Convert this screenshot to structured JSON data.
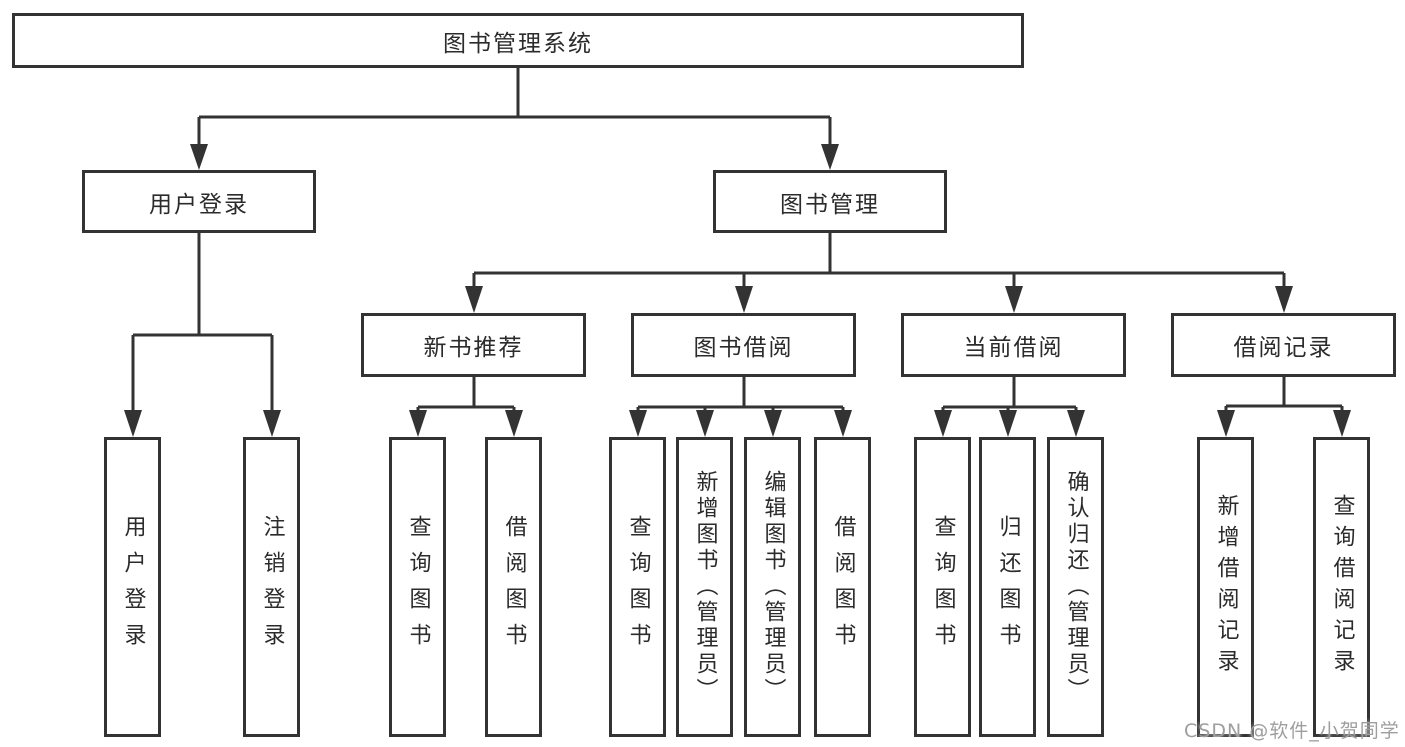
{
  "root": {
    "label": "图书管理系统"
  },
  "branches": [
    {
      "label": "用户登录",
      "children": [
        "用户登录",
        "注销登录"
      ]
    },
    {
      "label": "图书管理"
    }
  ],
  "modules": [
    {
      "label": "新书推荐",
      "children": [
        "查询图书",
        "借阅图书"
      ]
    },
    {
      "label": "图书借阅",
      "children": [
        "查询图书",
        "新增图书（管理员）",
        "编辑图书（管理员）",
        "借阅图书"
      ]
    },
    {
      "label": "当前借阅",
      "children": [
        "查询图书",
        "归还图书",
        "确认归还（管理员）"
      ]
    },
    {
      "label": "借阅记录",
      "children": [
        "新增借阅记录",
        "查询借阅记录"
      ]
    }
  ],
  "watermark": "CSDN @软件_小贺同学",
  "colors": {
    "line": "#333333",
    "box_border": "#333333",
    "box_background": "#ffffff",
    "text": "#2b2b2b",
    "watermark": "#9e9e9e"
  }
}
